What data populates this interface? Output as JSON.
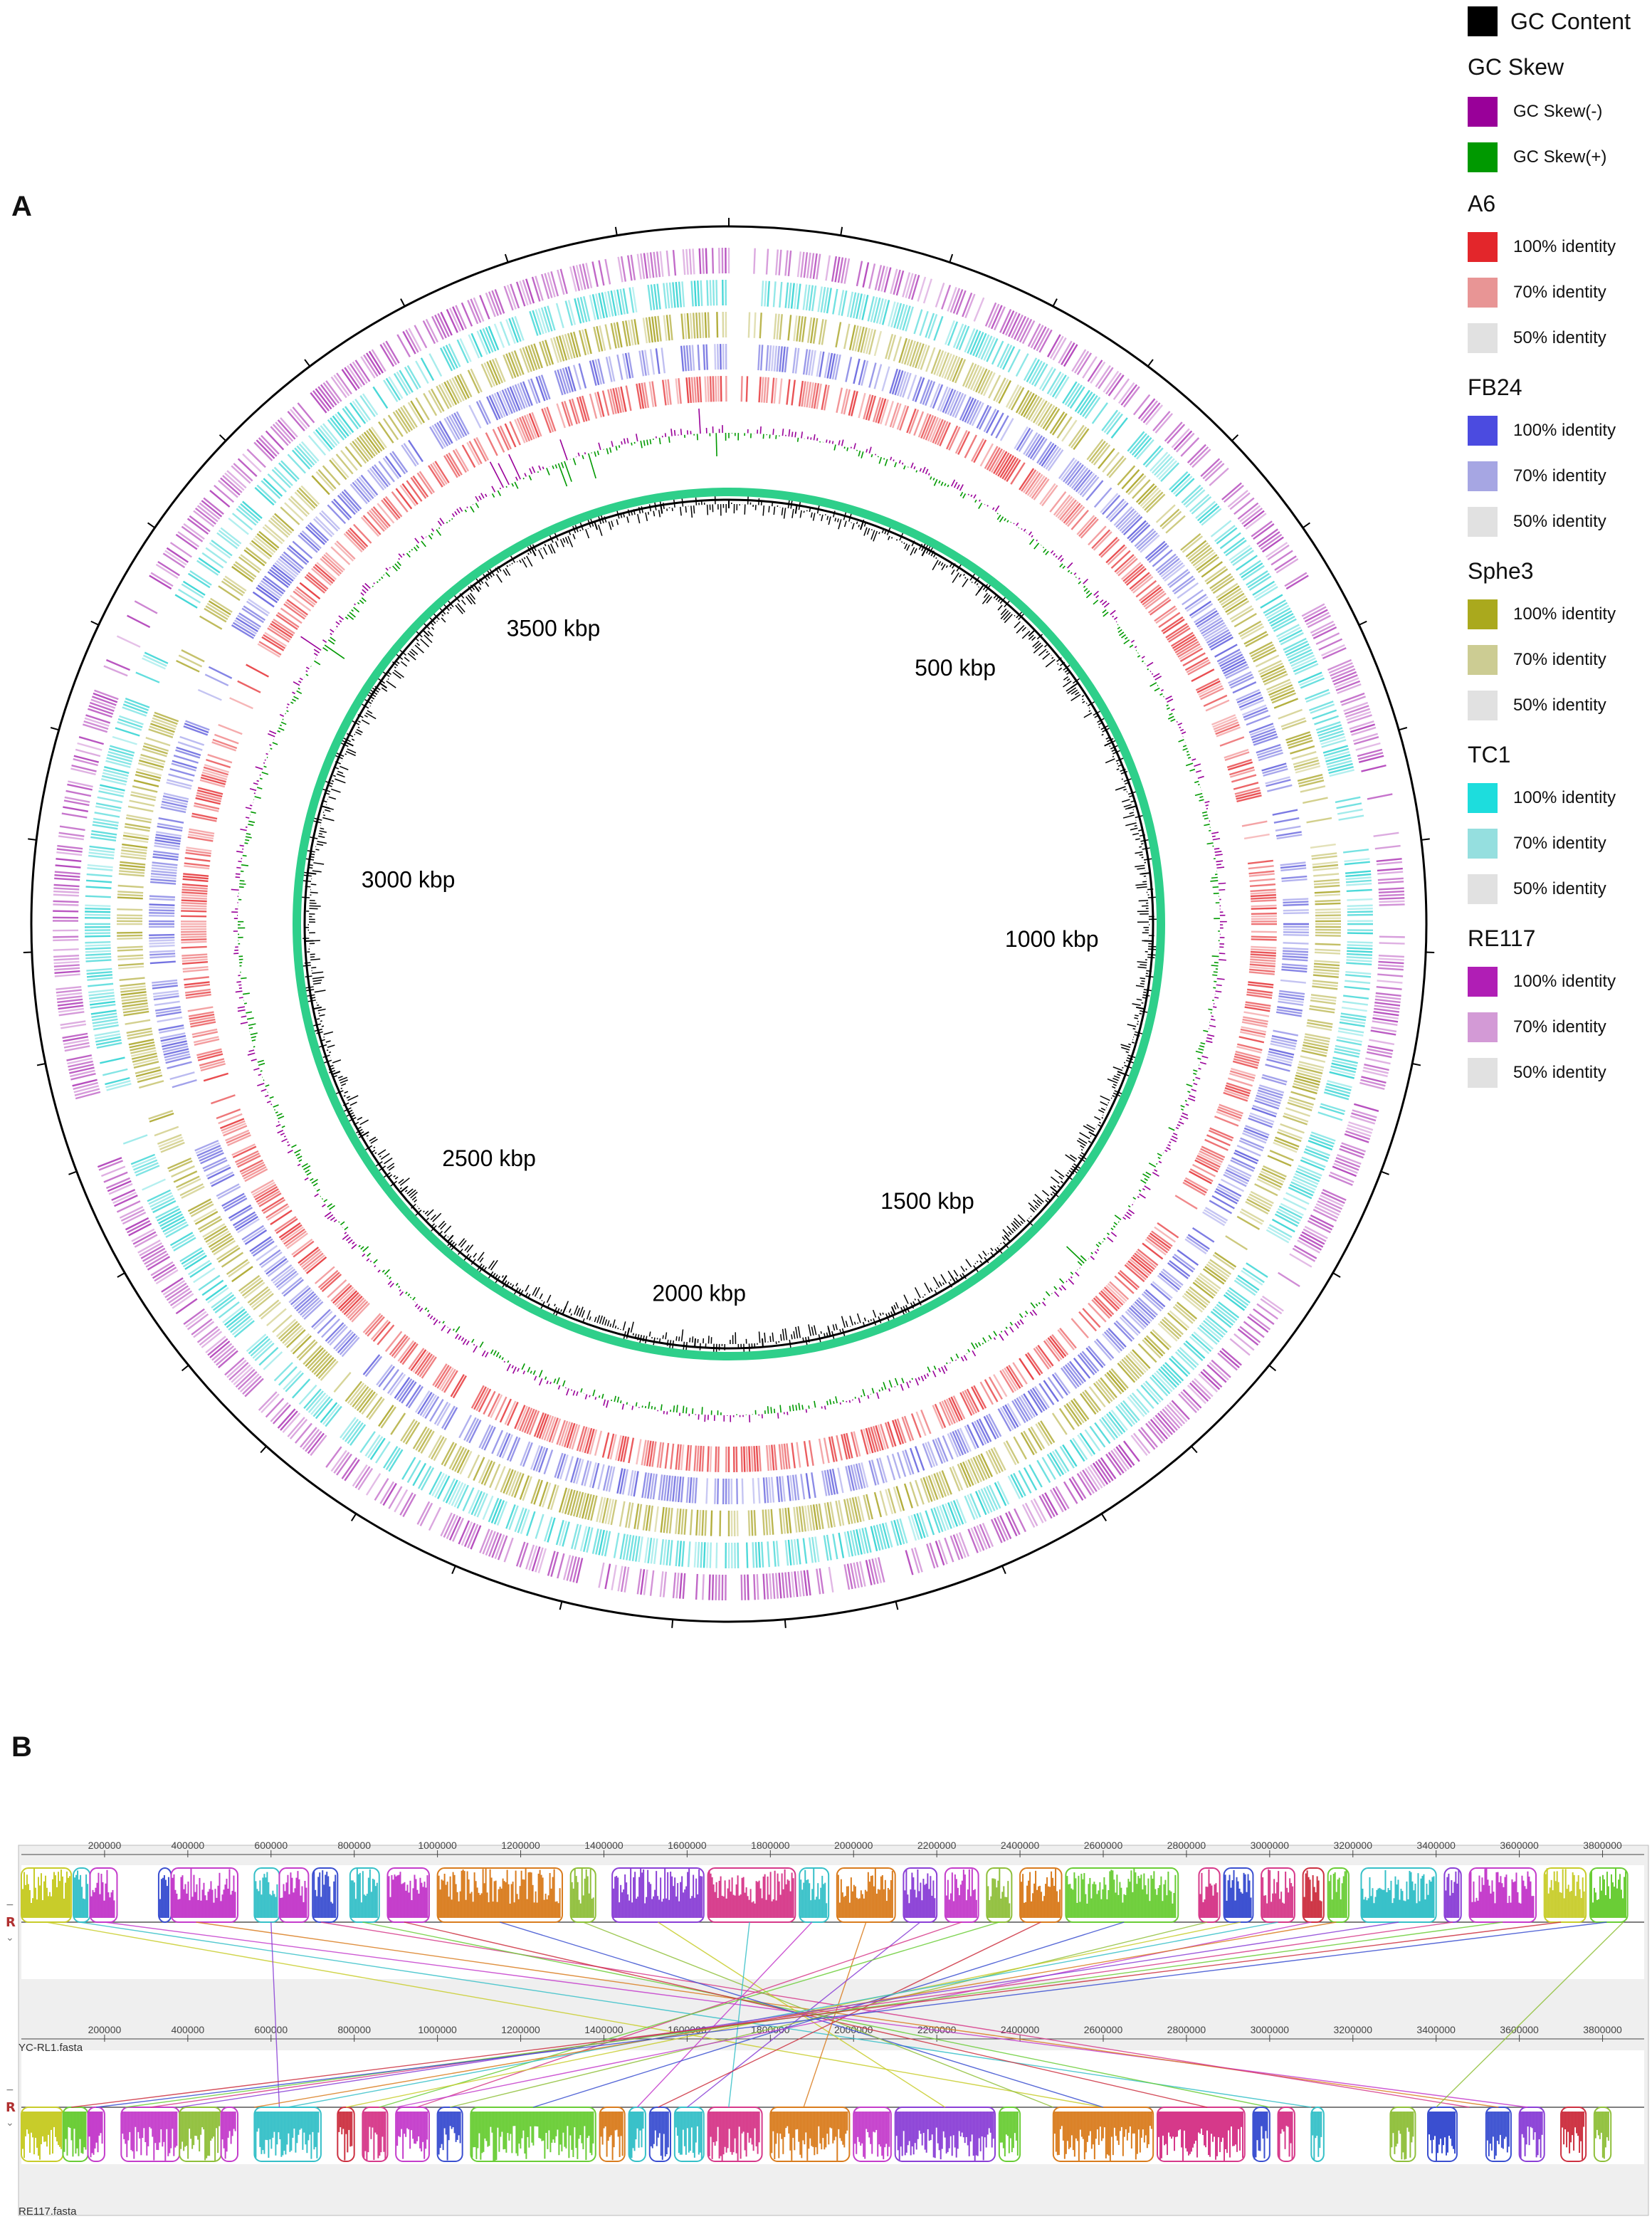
{
  "panels": {
    "a": "A",
    "b": "B"
  },
  "circle": {
    "genome_length_kbp": 3900,
    "tick_labels": [
      {
        "value": 500,
        "text": "500 kbp"
      },
      {
        "value": 1000,
        "text": "1000 kbp"
      },
      {
        "value": 1500,
        "text": "1500 kbp"
      },
      {
        "value": 2000,
        "text": "2000 kbp"
      },
      {
        "value": 2500,
        "text": "2500 kbp"
      },
      {
        "value": 3000,
        "text": "3000 kbp"
      },
      {
        "value": 3500,
        "text": "3500 kbp"
      }
    ],
    "rings": [
      {
        "name": "A6",
        "color": "#e8474a"
      },
      {
        "name": "FB24",
        "color": "#6f6ee0"
      },
      {
        "name": "Sphe3",
        "color": "#b2ad3a"
      },
      {
        "name": "TC1",
        "color": "#3fd6d6"
      },
      {
        "name": "RE117",
        "color": "#b54bbd"
      }
    ],
    "backbone_color": "#2ecf8a",
    "gc_content_color": "#000000",
    "gc_skew_neg_color": "#990099",
    "gc_skew_pos_color": "#009900"
  },
  "legend": {
    "gc_content": {
      "label": "GC Content",
      "color": "#000000"
    },
    "gc_skew": {
      "title": "GC Skew",
      "items": [
        {
          "label": "GC Skew(-)",
          "color": "#990099"
        },
        {
          "label": "GC Skew(+)",
          "color": "#009900"
        }
      ]
    },
    "groups": [
      {
        "title": "A6",
        "items": [
          {
            "label": "100% identity",
            "color": "#e3262b"
          },
          {
            "label": "70% identity",
            "color": "#e89595"
          },
          {
            "label": "50% identity",
            "color": "#e1e1e1"
          }
        ]
      },
      {
        "title": "FB24",
        "items": [
          {
            "label": "100% identity",
            "color": "#4b4be0"
          },
          {
            "label": "70% identity",
            "color": "#a6a6e3"
          },
          {
            "label": "50% identity",
            "color": "#e1e1e1"
          }
        ]
      },
      {
        "title": "Sphe3",
        "items": [
          {
            "label": "100% identity",
            "color": "#aaa91d"
          },
          {
            "label": "70% identity",
            "color": "#cccc93"
          },
          {
            "label": "50% identity",
            "color": "#e1e1e1"
          }
        ]
      },
      {
        "title": "TC1",
        "items": [
          {
            "label": "100% identity",
            "color": "#1ddddd"
          },
          {
            "label": "70% identity",
            "color": "#95dfdf"
          },
          {
            "label": "50% identity",
            "color": "#e1e1e1"
          }
        ]
      },
      {
        "title": "RE117",
        "items": [
          {
            "label": "100% identity",
            "color": "#b01eb5"
          },
          {
            "label": "70% identity",
            "color": "#d39ad6"
          },
          {
            "label": "50% identity",
            "color": "#e1e1e1"
          }
        ]
      }
    ]
  },
  "mauve": {
    "ruler_ticks": [
      "200000",
      "400000",
      "600000",
      "800000",
      "1000000",
      "1200000",
      "1400000",
      "1600000",
      "1800000",
      "2000000",
      "2200000",
      "2400000",
      "2600000",
      "2800000",
      "3000000",
      "3200000",
      "3400000",
      "3600000",
      "3800000"
    ],
    "genome_length": 3900000,
    "track1_name": "YC-RL1.fasta",
    "track2_name": "RE117.fasta",
    "block_colors": [
      "#c8cc2a",
      "#36c0c8",
      "#c43ccb",
      "#d97c1e",
      "#8a3fd6",
      "#d6398a",
      "#6acd36",
      "#cc3040",
      "#3a4fd0",
      "#8fbf3a"
    ],
    "blocks1": [
      {
        "start": 0,
        "end": 120000,
        "color": 0,
        "dir": 1
      },
      {
        "start": 125000,
        "end": 165000,
        "color": 1,
        "dir": 1
      },
      {
        "start": 165000,
        "end": 230000,
        "color": 2,
        "dir": 1
      },
      {
        "start": 330000,
        "end": 360000,
        "color": 8,
        "dir": 1
      },
      {
        "start": 360000,
        "end": 520000,
        "color": 2,
        "dir": 1
      },
      {
        "start": 560000,
        "end": 620000,
        "color": 1,
        "dir": 1
      },
      {
        "start": 620000,
        "end": 690000,
        "color": 2,
        "dir": 1
      },
      {
        "start": 700000,
        "end": 760000,
        "color": 8,
        "dir": 1
      },
      {
        "start": 790000,
        "end": 860000,
        "color": 1,
        "dir": 1
      },
      {
        "start": 880000,
        "end": 980000,
        "color": 2,
        "dir": 1
      },
      {
        "start": 1000000,
        "end": 1300000,
        "color": 3,
        "dir": 1
      },
      {
        "start": 1320000,
        "end": 1380000,
        "color": 9,
        "dir": 1
      },
      {
        "start": 1420000,
        "end": 1640000,
        "color": 4,
        "dir": 1
      },
      {
        "start": 1650000,
        "end": 1860000,
        "color": 5,
        "dir": 1
      },
      {
        "start": 1870000,
        "end": 1940000,
        "color": 1,
        "dir": 1
      },
      {
        "start": 1960000,
        "end": 2100000,
        "color": 3,
        "dir": 1
      },
      {
        "start": 2120000,
        "end": 2200000,
        "color": 4,
        "dir": 1
      },
      {
        "start": 2220000,
        "end": 2300000,
        "color": 2,
        "dir": 1
      },
      {
        "start": 2320000,
        "end": 2380000,
        "color": 9,
        "dir": 1
      },
      {
        "start": 2400000,
        "end": 2500000,
        "color": 3,
        "dir": 1
      },
      {
        "start": 2510000,
        "end": 2780000,
        "color": 6,
        "dir": 1
      },
      {
        "start": 2830000,
        "end": 2880000,
        "color": 5,
        "dir": 1
      },
      {
        "start": 2890000,
        "end": 2960000,
        "color": 8,
        "dir": 1
      },
      {
        "start": 2980000,
        "end": 3060000,
        "color": 5,
        "dir": 1
      },
      {
        "start": 3080000,
        "end": 3130000,
        "color": 7,
        "dir": 1
      },
      {
        "start": 3140000,
        "end": 3190000,
        "color": 6,
        "dir": 1
      },
      {
        "start": 3220000,
        "end": 3400000,
        "color": 1,
        "dir": 1
      },
      {
        "start": 3420000,
        "end": 3460000,
        "color": 4,
        "dir": 1
      },
      {
        "start": 3480000,
        "end": 3640000,
        "color": 2,
        "dir": 1
      },
      {
        "start": 3660000,
        "end": 3760000,
        "color": 0,
        "dir": 1
      },
      {
        "start": 3770000,
        "end": 3860000,
        "color": 6,
        "dir": 1
      }
    ],
    "blocks2": [
      {
        "start": 0,
        "end": 100000,
        "color": 0,
        "dir": -1
      },
      {
        "start": 100000,
        "end": 160000,
        "color": 6,
        "dir": -1
      },
      {
        "start": 160000,
        "end": 200000,
        "color": 2,
        "dir": -1
      },
      {
        "start": 240000,
        "end": 380000,
        "color": 2,
        "dir": -1
      },
      {
        "start": 380000,
        "end": 480000,
        "color": 9,
        "dir": -1
      },
      {
        "start": 480000,
        "end": 520000,
        "color": 2,
        "dir": -1
      },
      {
        "start": 560000,
        "end": 720000,
        "color": 1,
        "dir": -1
      },
      {
        "start": 760000,
        "end": 800000,
        "color": 7,
        "dir": -1
      },
      {
        "start": 820000,
        "end": 880000,
        "color": 5,
        "dir": -1
      },
      {
        "start": 900000,
        "end": 980000,
        "color": 2,
        "dir": -1
      },
      {
        "start": 1000000,
        "end": 1060000,
        "color": 8,
        "dir": -1
      },
      {
        "start": 1080000,
        "end": 1380000,
        "color": 6,
        "dir": -1
      },
      {
        "start": 1390000,
        "end": 1450000,
        "color": 3,
        "dir": -1
      },
      {
        "start": 1460000,
        "end": 1500000,
        "color": 1,
        "dir": -1
      },
      {
        "start": 1510000,
        "end": 1560000,
        "color": 8,
        "dir": -1
      },
      {
        "start": 1570000,
        "end": 1640000,
        "color": 1,
        "dir": -1
      },
      {
        "start": 1650000,
        "end": 1780000,
        "color": 5,
        "dir": -1
      },
      {
        "start": 1800000,
        "end": 1990000,
        "color": 3,
        "dir": -1
      },
      {
        "start": 2000000,
        "end": 2090000,
        "color": 2,
        "dir": -1
      },
      {
        "start": 2100000,
        "end": 2340000,
        "color": 4,
        "dir": -1
      },
      {
        "start": 2350000,
        "end": 2400000,
        "color": 6,
        "dir": -1
      },
      {
        "start": 2480000,
        "end": 2720000,
        "color": 3,
        "dir": -1
      },
      {
        "start": 2730000,
        "end": 2940000,
        "color": 5,
        "dir": -1
      },
      {
        "start": 2960000,
        "end": 3000000,
        "color": 8,
        "dir": -1
      },
      {
        "start": 3020000,
        "end": 3060000,
        "color": 5,
        "dir": -1
      },
      {
        "start": 3100000,
        "end": 3130000,
        "color": 1,
        "dir": -1
      },
      {
        "start": 3290000,
        "end": 3350000,
        "color": 9,
        "dir": -1
      },
      {
        "start": 3380000,
        "end": 3450000,
        "color": 8,
        "dir": -1
      },
      {
        "start": 3520000,
        "end": 3580000,
        "color": 8,
        "dir": -1
      },
      {
        "start": 3600000,
        "end": 3660000,
        "color": 4,
        "dir": -1
      },
      {
        "start": 3700000,
        "end": 3760000,
        "color": 7,
        "dir": -1
      },
      {
        "start": 3780000,
        "end": 3820000,
        "color": 9,
        "dir": -1
      }
    ],
    "links": [
      [
        60000,
        2600000
      ],
      [
        140000,
        3100000
      ],
      [
        200000,
        3620000
      ],
      [
        420000,
        3550000
      ],
      [
        600000,
        620000
      ],
      [
        720000,
        3480000
      ],
      [
        820000,
        3000000
      ],
      [
        920000,
        2850000
      ],
      [
        1150000,
        2600000
      ],
      [
        1350000,
        2480000
      ],
      [
        1530000,
        2220000
      ],
      [
        1750000,
        1700000
      ],
      [
        1900000,
        1480000
      ],
      [
        2030000,
        1880000
      ],
      [
        2160000,
        1600000
      ],
      [
        2260000,
        950000
      ],
      [
        2350000,
        860000
      ],
      [
        2450000,
        1530000
      ],
      [
        2650000,
        1230000
      ],
      [
        2850000,
        1030000
      ],
      [
        2930000,
        780000
      ],
      [
        3020000,
        640000
      ],
      [
        3100000,
        900000
      ],
      [
        3160000,
        560000
      ],
      [
        3310000,
        380000
      ],
      [
        3440000,
        310000
      ],
      [
        3560000,
        250000
      ],
      [
        3700000,
        120000
      ],
      [
        3810000,
        180000
      ],
      [
        3850000,
        3400000
      ]
    ]
  }
}
